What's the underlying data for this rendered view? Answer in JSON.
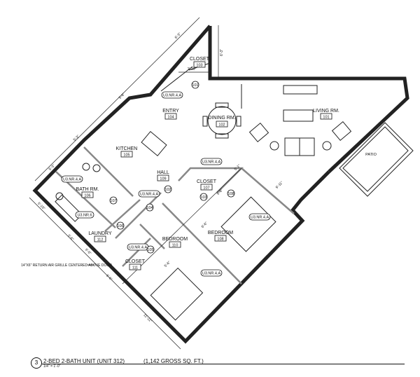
{
  "rooms": [
    {
      "name": "LIVING RM.",
      "number": "101"
    },
    {
      "name": "DINING RM.",
      "number": "102"
    },
    {
      "name": "CLOSET",
      "number": "103"
    },
    {
      "name": "ENTRY",
      "number": "104"
    },
    {
      "name": "KITCHEN",
      "number": "105"
    },
    {
      "name": "BATH RM.",
      "number": "106"
    },
    {
      "name": "CLOSET",
      "number": "107"
    },
    {
      "name": "BEDROOM",
      "number": "108"
    },
    {
      "name": "HALL",
      "number": "109"
    },
    {
      "name": "BEDROOM",
      "number": "110"
    },
    {
      "name": "CLOSET",
      "number": "111"
    },
    {
      "name": "LAUNDRY",
      "number": "112"
    }
  ],
  "wall_tags": [
    "U3.NR.4.A",
    "U3.NR.4.A",
    "U3.NR.4.A",
    "U3.NR.4.A",
    "U3.NR.4.A",
    "U3.NR.4.A",
    "U3.NR.4.A",
    "U3.NR.6"
  ],
  "door_tags": [
    "101",
    "102",
    "103",
    "104",
    "105",
    "106",
    "107",
    "108"
  ],
  "dimensions": [
    "6'-3\"",
    "6'-3\"",
    "1'-10\"",
    "5'-6\"",
    "5'-3\"",
    "5'-3\"",
    "5'-10\"",
    "5'-6\"",
    "6'-0\"",
    "5'-6\"",
    "11'-11\"",
    "5'-1\"",
    "5'-6\"",
    "6'-6\"",
    "5'-6\"",
    "9'-11\""
  ],
  "patio_label": "PATIO",
  "note": "14\"X6\" RETURN AIR GRILLE CENTERED ABOVE DOOR",
  "title_block": {
    "number": "3",
    "title": "2-BED 2-BATH UNIT (UNIT 312)",
    "area": "(1,142 GROSS SQ. FT.)",
    "scale": "1/4\" = 1'-0\""
  }
}
